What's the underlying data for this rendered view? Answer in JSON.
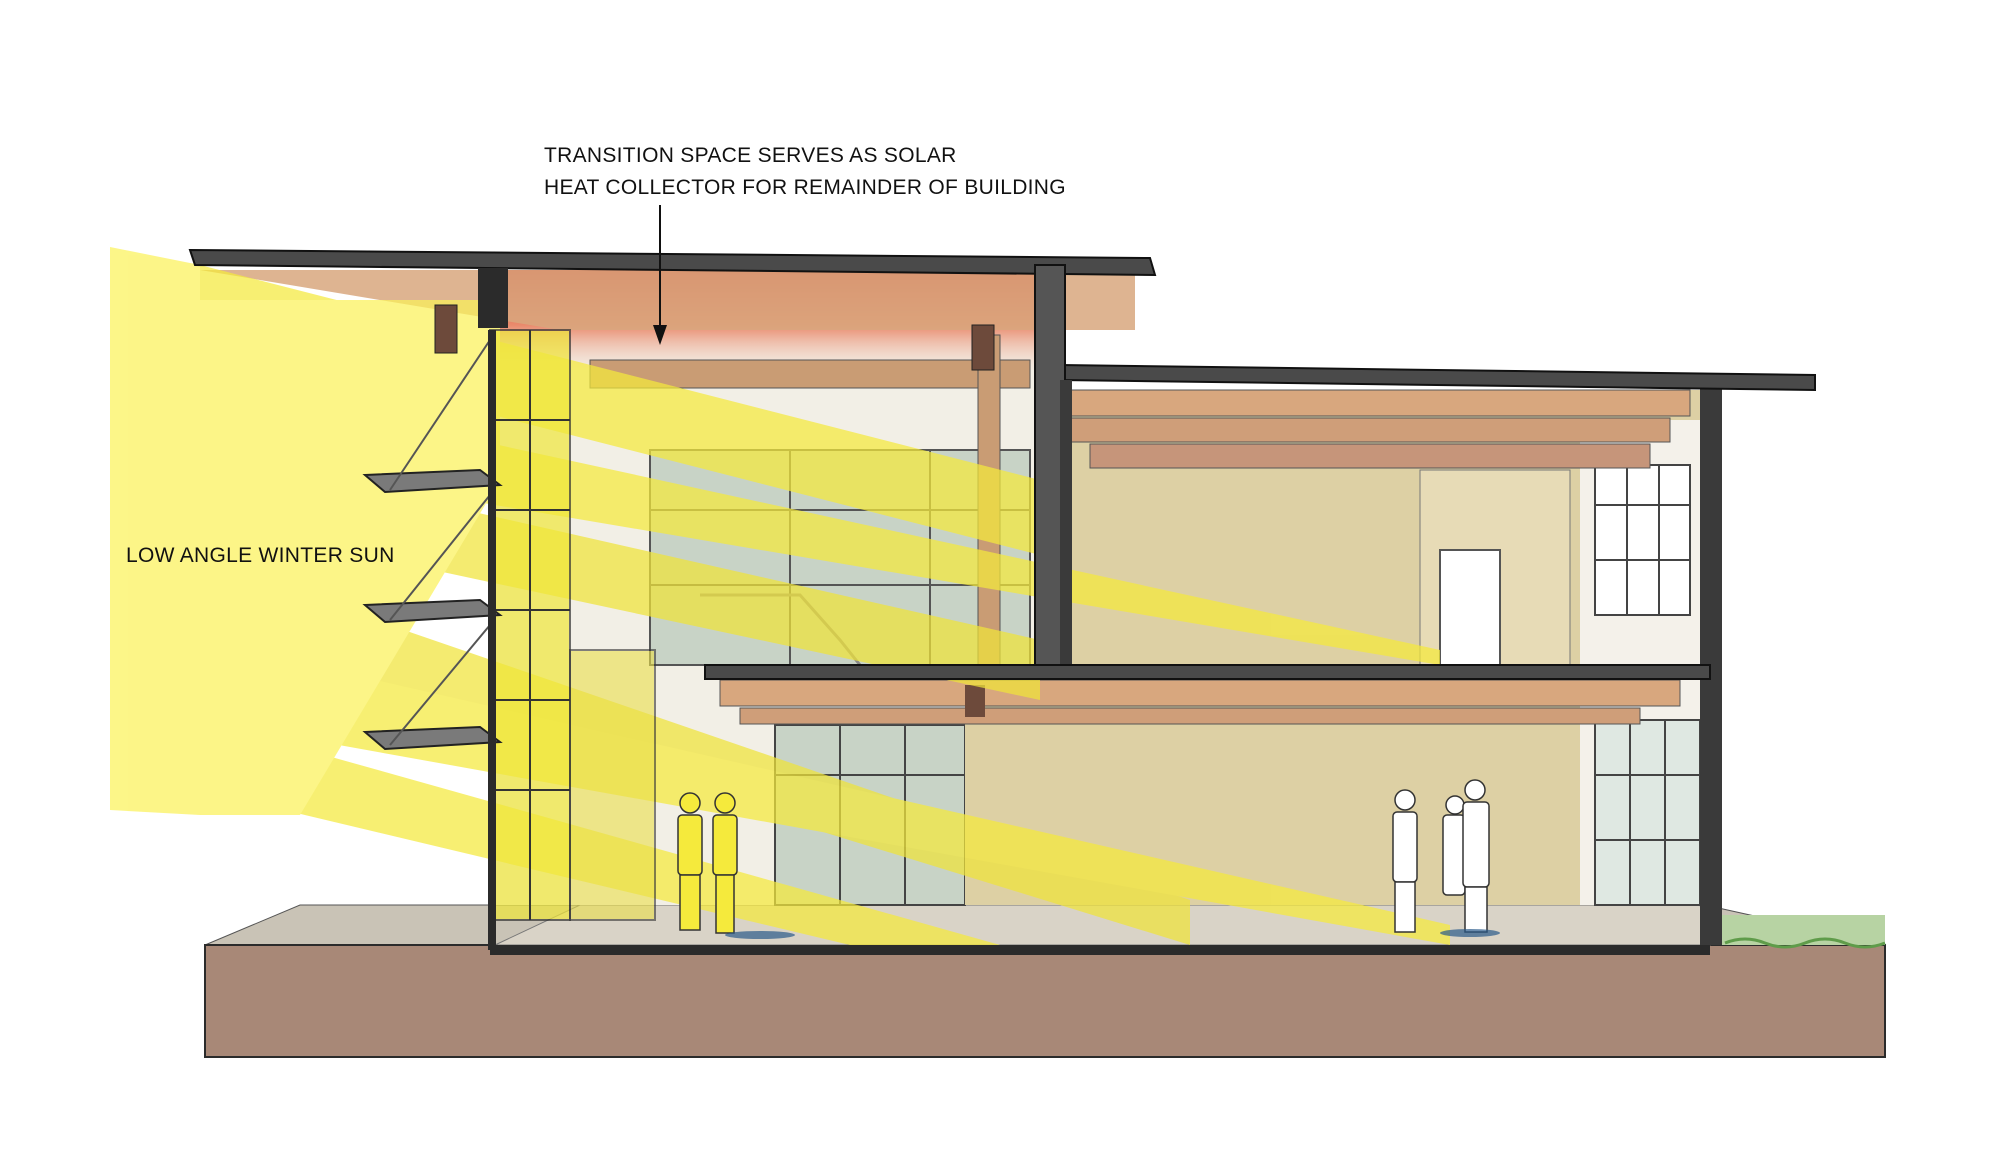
{
  "annotations": {
    "transition_line1": "TRANSITION SPACE SERVES AS SOLAR",
    "transition_line2": "HEAT COLLECTOR FOR REMAINDER OF BUILDING",
    "winter_sun": "LOW ANGLE WINTER SUN"
  },
  "colors": {
    "sun": "#fbf25a",
    "heat": "#d93a30",
    "wall": "#ddd0a4",
    "wood": "#d8a77e",
    "ground": "#a88877",
    "floor": "#c9c3b6",
    "glass": "#b9c9c0",
    "outline": "#2b2b2b",
    "grass": "#5f9c4a"
  }
}
